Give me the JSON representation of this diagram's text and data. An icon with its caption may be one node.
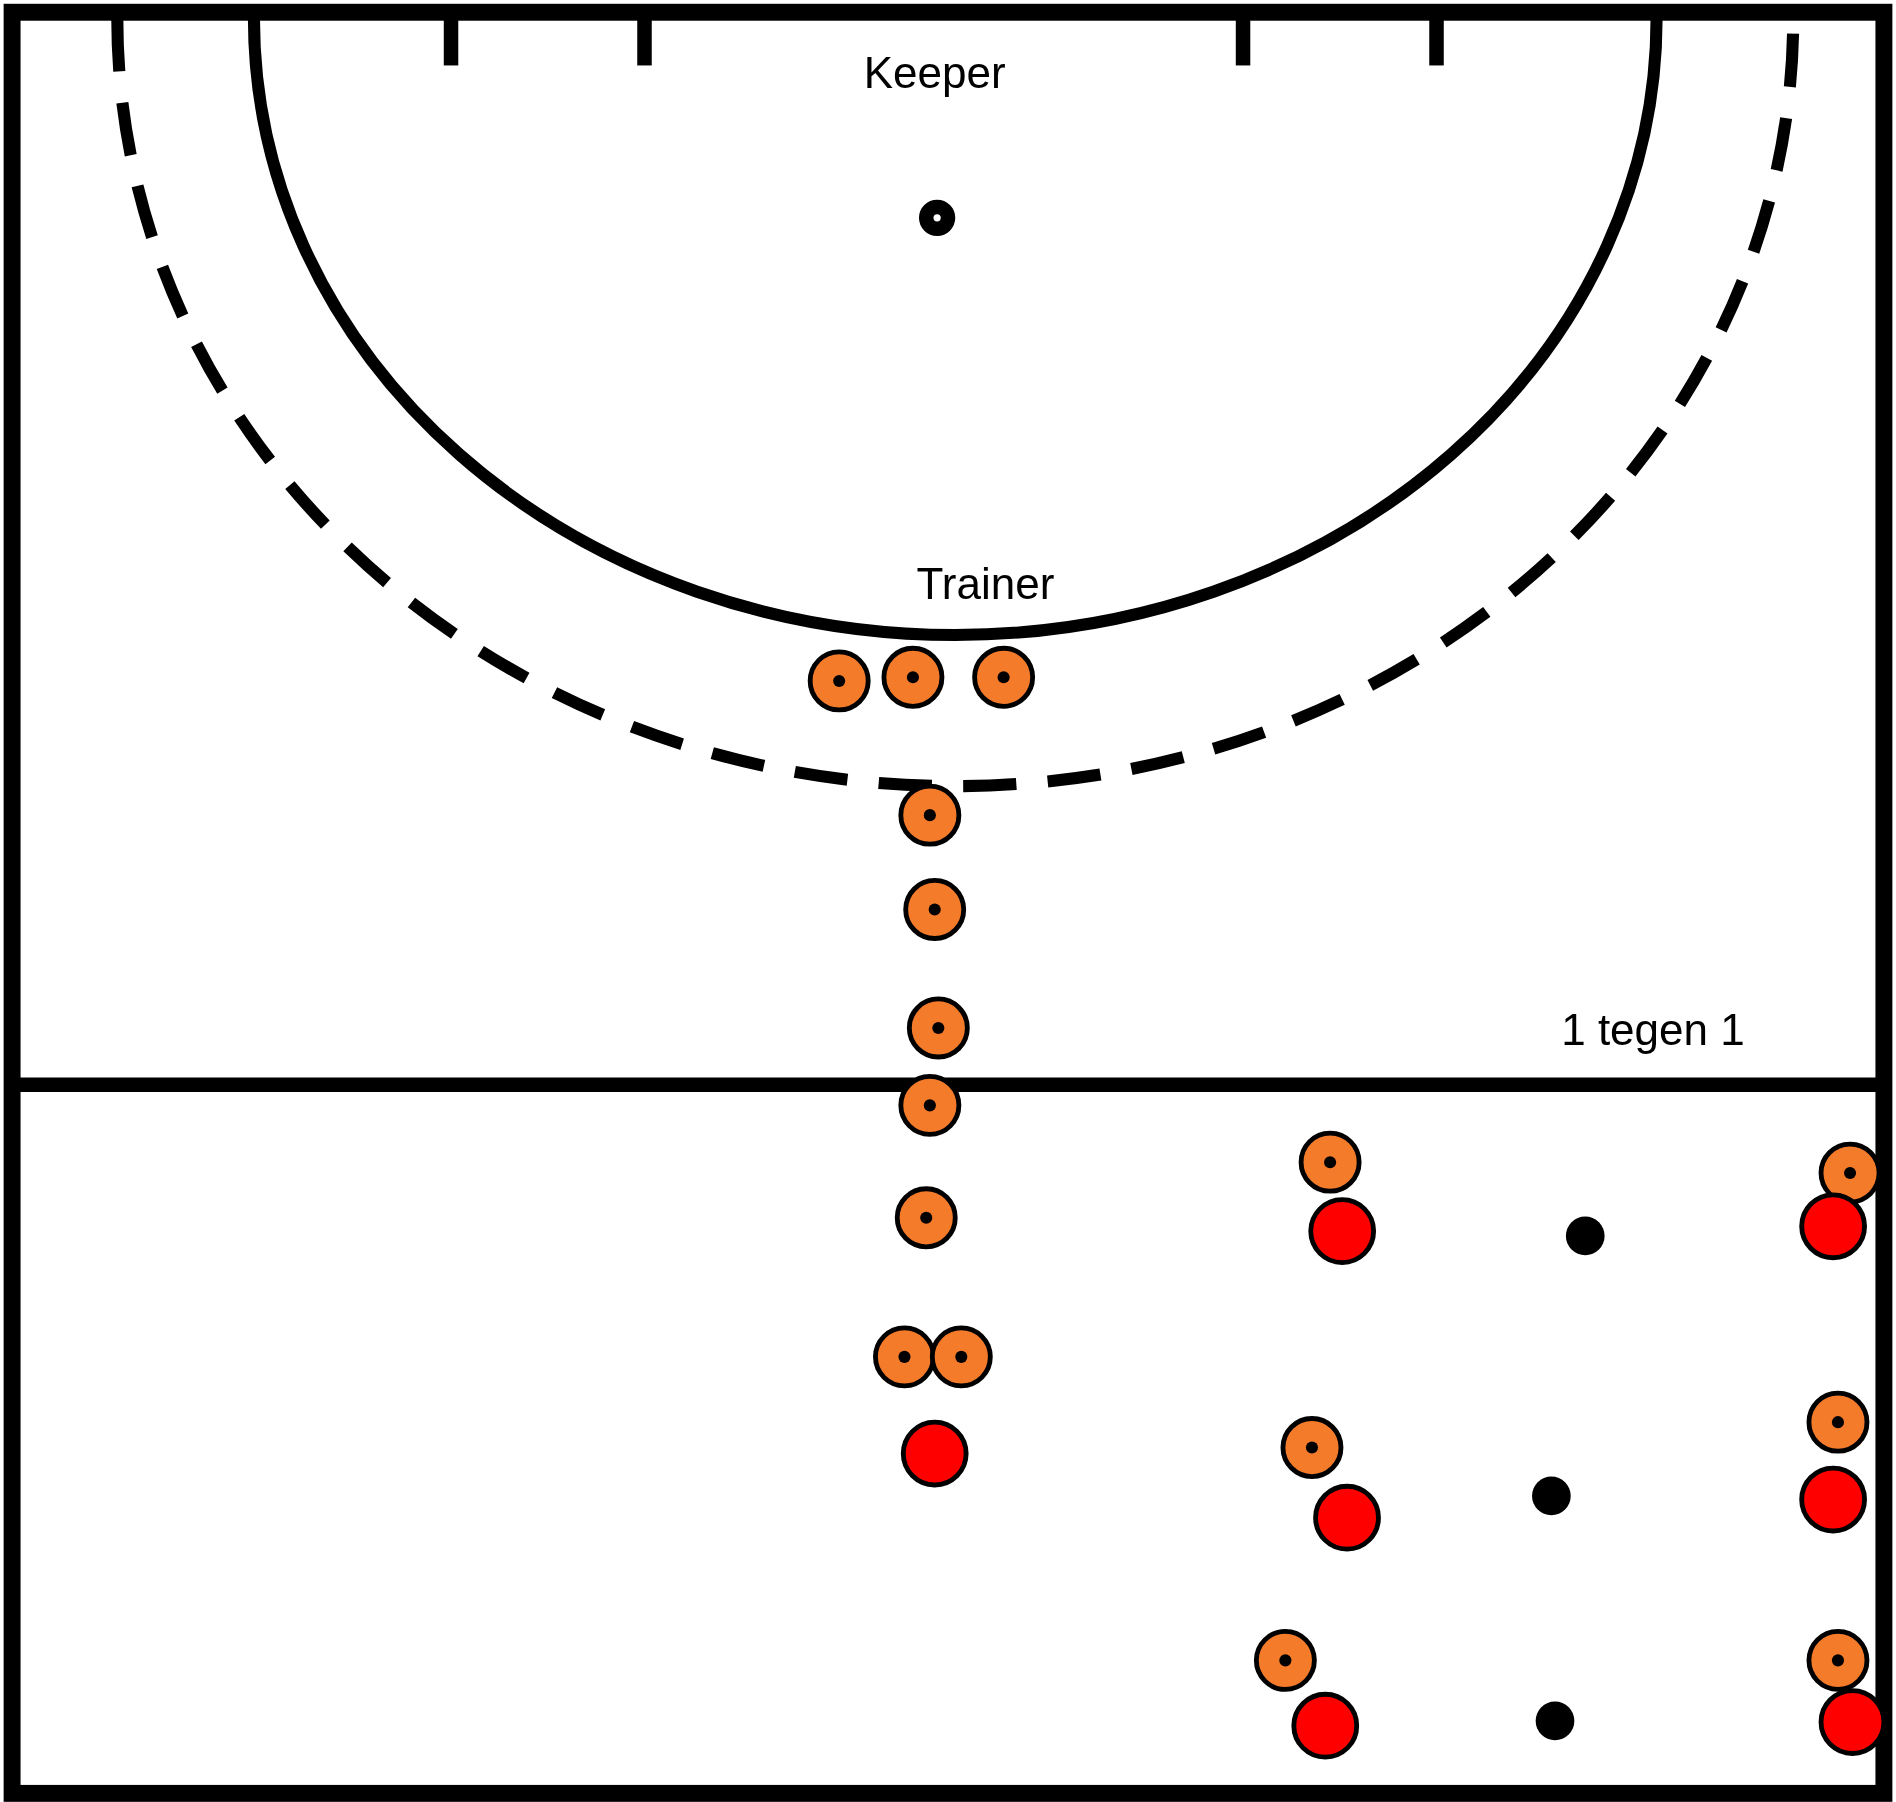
{
  "diagram": {
    "labels": [
      "Keeper",
      "Trainer",
      "1 tegen 1"
    ]
  }
}
